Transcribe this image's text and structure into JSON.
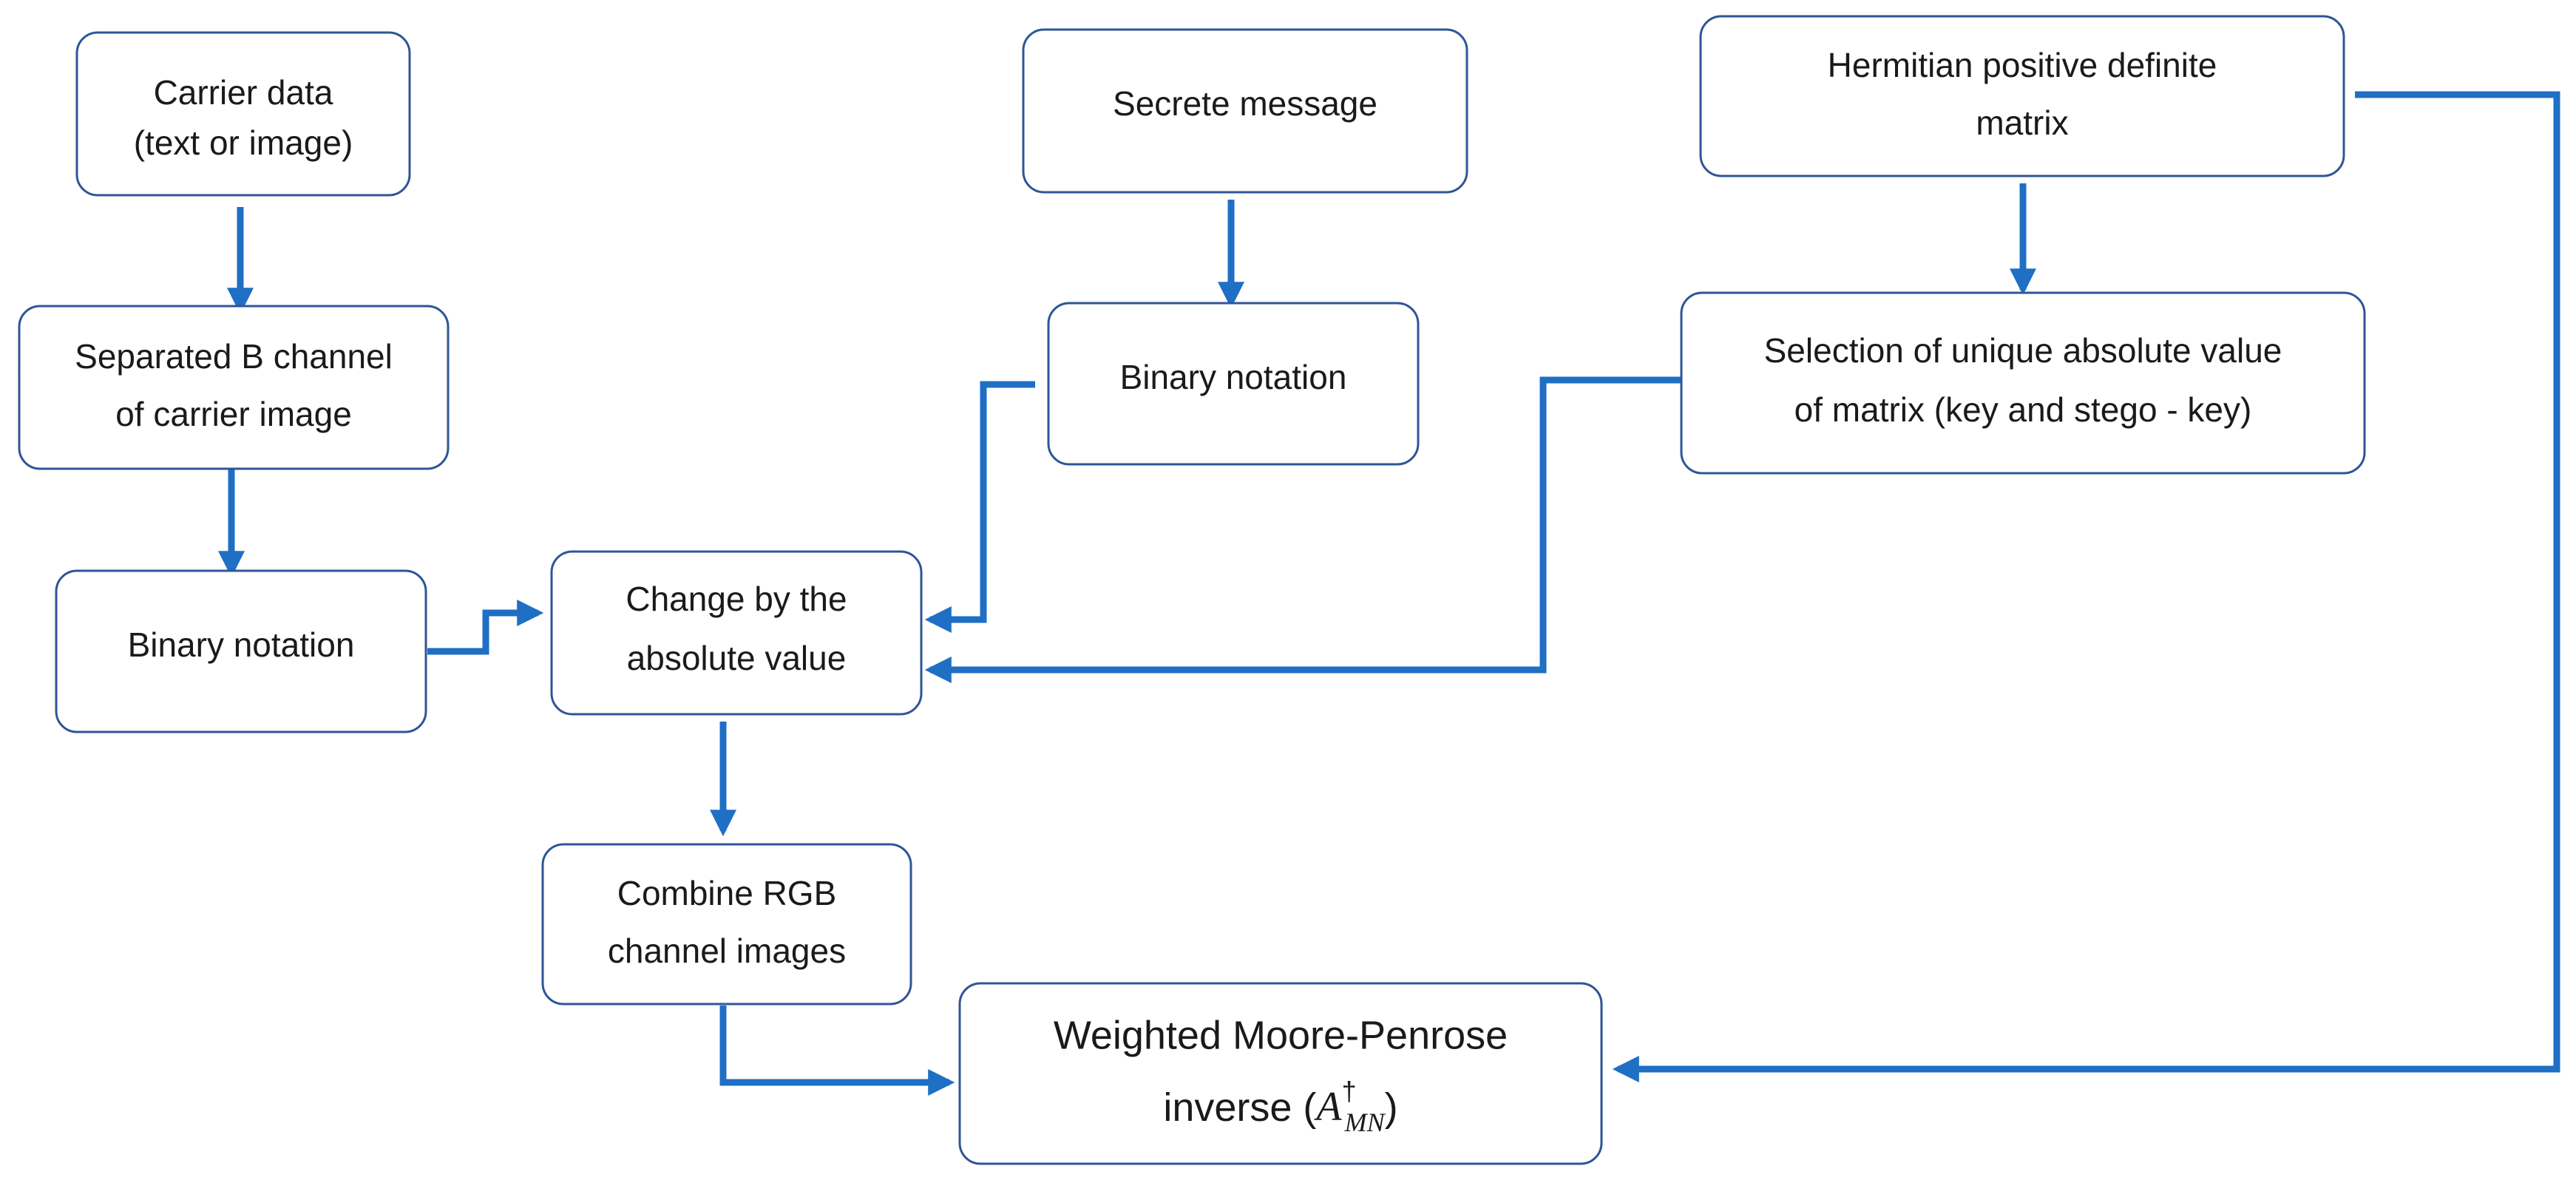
{
  "colors": {
    "box_border": "#2f5597",
    "arrow": "#1f6fc4",
    "text": "#1a1a1a",
    "background": "#ffffff"
  },
  "nodes": {
    "carrier_data": {
      "line1": "Carrier data",
      "line2": "(text or image)"
    },
    "separated_b_channel": {
      "line1": "Separated B channel",
      "line2": "of carrier image"
    },
    "binary_notation_left": {
      "line1": "Binary notation"
    },
    "change_absolute": {
      "line1": "Change by the",
      "line2": "absolute value"
    },
    "combine_rgb": {
      "line1": "Combine RGB",
      "line2": "channel images"
    },
    "secret_message": {
      "line1": "Secrete message"
    },
    "binary_notation_middle": {
      "line1": "Binary notation"
    },
    "hermitian_matrix": {
      "line1": "Hermitian positive definite",
      "line2": "matrix"
    },
    "selection_absolute": {
      "line1": "Selection of unique absolute value",
      "line2": "of matrix (key and stego - key)"
    },
    "weighted_inverse": {
      "line1": "Weighted Moore-Penrose",
      "line2_prefix": "inverse (",
      "symbol": "A",
      "superscript": "†",
      "subscript": "MN",
      "line2_suffix": ")"
    }
  }
}
